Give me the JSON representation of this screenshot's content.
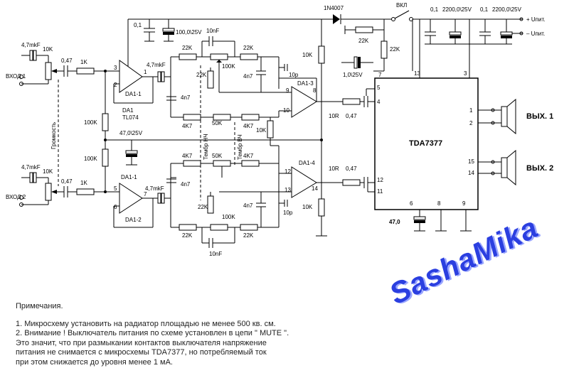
{
  "schematic": {
    "ic_main": "TDA7377",
    "ic_op": {
      "name": "DA1",
      "type": "TL074"
    },
    "opamps": [
      "DA1-1",
      "DA1-2",
      "DA1-3",
      "DA1-4"
    ],
    "inputs": [
      "ВХОД 1",
      "ВХОД 2"
    ],
    "outputs": [
      "ВЫХ. 1",
      "ВЫХ. 2"
    ],
    "switch": "ВКЛ",
    "diode": "1N4007",
    "supply": [
      "+ Uпит.",
      "– Uпит."
    ],
    "controls": [
      "Громкость",
      "Тембр НЧ",
      "Тембр ВЧ"
    ],
    "labels": {
      "c_in": "4,7mkF",
      "r_vol": "10K",
      "c_047": "0,47",
      "r_1k": "1K",
      "r_100k": "100K",
      "r_22k": "22K",
      "r_4k7": "4K7",
      "c_4n7": "4n7",
      "c_10n": "10nF",
      "c_10p": "10p",
      "r_50k": "50K",
      "r_10k": "10K",
      "r_10r": "10R",
      "c_01": "0,1",
      "c_100": "100,0\\25V",
      "c_2200": "2200,0\\25V",
      "c_47_25": "47,0\\25V",
      "c_1_25": "1,0\\25V",
      "c_47": "47,0",
      "mute_r": "22K"
    },
    "pins": {
      "p3": "3",
      "p2": "2",
      "p1": "1",
      "p5": "5",
      "p6": "6",
      "p7": "7",
      "p9": "9",
      "p10": "10",
      "p8": "8",
      "p12": "12",
      "p13": "13",
      "p14": "14",
      "t7": "7",
      "t13": "13",
      "t3": "3",
      "t5": "5",
      "t4": "4",
      "t12": "12",
      "t11": "11",
      "t6": "6",
      "t8": "8",
      "t9": "9",
      "o1": "1",
      "o2": "2",
      "o15": "15",
      "o14": "14"
    }
  },
  "notes": {
    "title": "Примечания.",
    "lines": [
      "1. Микросхему установить на радиатор площадью не менее 500 кв. см.",
      "2. Внимание ! Выключатель питания по схеме установлен в цепи \" MUTE \".",
      "Это значит, что при размыкании контактов выключателя напряжение",
      "питания не снимается  с микросхемы TDA7377, но потребляемый ток",
      "при этом снижается до уровня менее 1 мА."
    ]
  },
  "watermark": "SashaMika",
  "colors": {
    "watermark": "#2b3fe0",
    "ink": "#000000"
  }
}
